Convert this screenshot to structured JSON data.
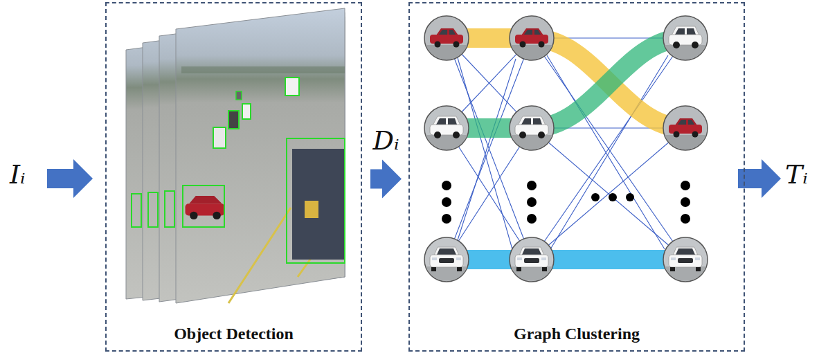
{
  "diagram": {
    "nodes": [
      {
        "text": [
          "Object Detection"
        ]
      },
      {
        "text": [
          "Graph Clustering"
        ]
      }
    ],
    "edges": [
      {
        "from": 0,
        "to": 1,
        "arrow": "to",
        "label": "Dᵢ"
      }
    ],
    "labels": [
      "Iᵢ",
      "Tᵢ"
    ]
  }
}
